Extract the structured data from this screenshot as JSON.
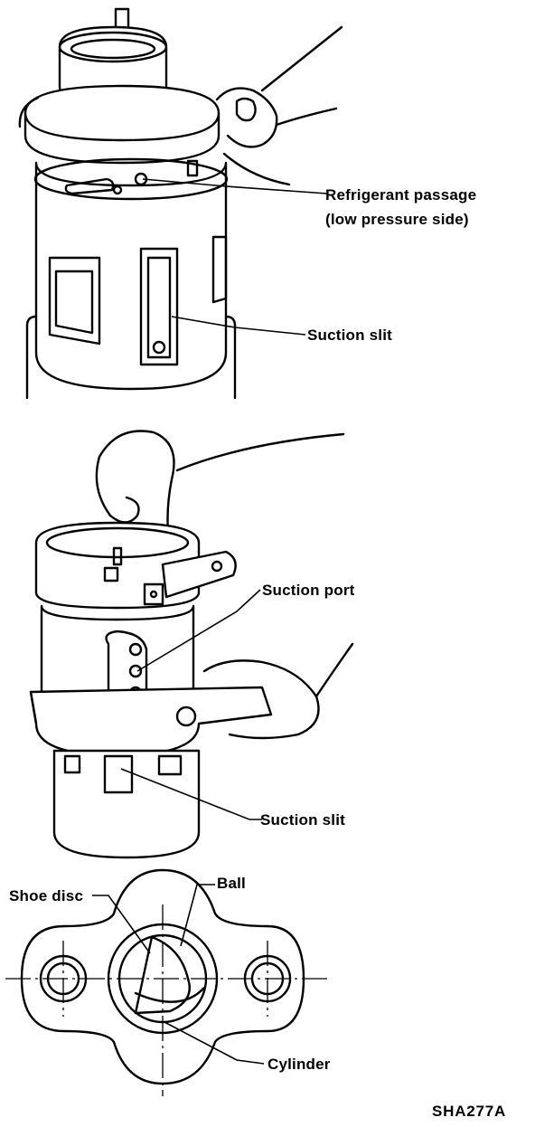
{
  "figure": {
    "code": "SHA277A",
    "panel_top": {
      "label_passage_line1": "Refrigerant passage",
      "label_passage_line2": "(low pressure side)",
      "label_slit": "Suction slit"
    },
    "panel_middle": {
      "label_port": "Suction port",
      "label_slit": "Suction slit"
    },
    "panel_bottom": {
      "label_shoe": "Shoe disc",
      "label_ball": "Ball",
      "label_cylinder": "Cylinder"
    }
  }
}
